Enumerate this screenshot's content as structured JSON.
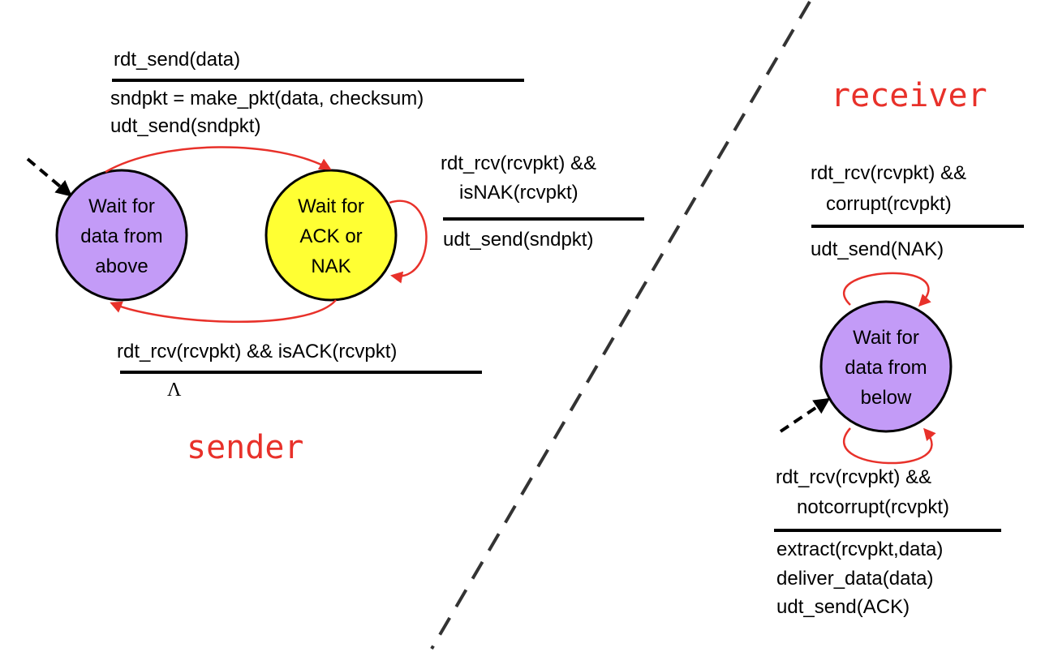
{
  "colors": {
    "sender_state_fill": "#c39bf7",
    "nak_state_fill": "#ffff33",
    "receiver_state_fill": "#c39bf7",
    "transition_arrow": "#e8312a",
    "role_label": "#e8312a",
    "divider": "#333333"
  },
  "sender": {
    "role_label": "sender",
    "state_wait_above": "Wait for\ndata from\nabove",
    "state_wait_ack": "Wait for\nACK or\nNAK",
    "t_send": {
      "event": "rdt_send(data)",
      "action_line1": "sndpkt = make_pkt(data, checksum)",
      "action_line2": "udt_send(sndpkt)"
    },
    "t_nak": {
      "event_line1": "rdt_rcv(rcvpkt) &&",
      "event_line2": "isNAK(rcvpkt)",
      "action": "udt_send(sndpkt)"
    },
    "t_ack": {
      "event": "rdt_rcv(rcvpkt) && isACK(rcvpkt)",
      "action": "Λ"
    }
  },
  "receiver": {
    "role_label": "receiver",
    "state_wait_below": "Wait for\ndata from\nbelow",
    "t_corrupt": {
      "event_line1": "rdt_rcv(rcvpkt) &&",
      "event_line2": "corrupt(rcvpkt)",
      "action": "udt_send(NAK)"
    },
    "t_notcorrupt": {
      "event_line1": "rdt_rcv(rcvpkt) &&",
      "event_line2": "notcorrupt(rcvpkt)",
      "action_line1": "extract(rcvpkt,data)",
      "action_line2": "deliver_data(data)",
      "action_line3": "udt_send(ACK)"
    }
  }
}
